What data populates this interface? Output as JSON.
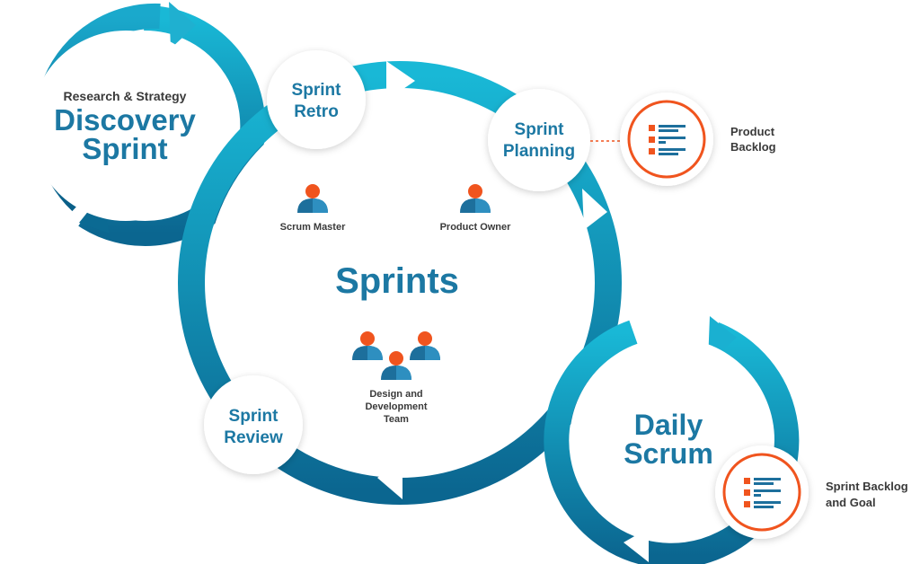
{
  "discovery": {
    "subtitle": "Research & Strategy",
    "title_line1": "Discovery",
    "title_line2": "Sprint"
  },
  "sprints": {
    "title": "Sprints"
  },
  "nodes": {
    "retro": {
      "line1": "Sprint",
      "line2": "Retro"
    },
    "planning": {
      "line1": "Sprint",
      "line2": "Planning"
    },
    "review": {
      "line1": "Sprint",
      "line2": "Review"
    }
  },
  "roles": {
    "scrum_master": "Scrum Master",
    "product_owner": "Product Owner",
    "team_line1": "Design and",
    "team_line2": "Development",
    "team_line3": "Team"
  },
  "daily": {
    "title_line1": "Daily",
    "title_line2": "Scrum"
  },
  "backlogs": {
    "product_line1": "Product",
    "product_line2": "Backlog",
    "sprint_line1": "Sprint Backlog",
    "sprint_line2": "and Goal"
  },
  "colors": {
    "ring_light": "#17b5d3",
    "ring_dark": "#0b6b93",
    "text_blue": "#1c78a3",
    "accent_orange": "#f0541e",
    "label_dark": "#3a3a3a"
  },
  "icons": [
    "person-icon",
    "team-icon",
    "backlog-list-icon"
  ]
}
